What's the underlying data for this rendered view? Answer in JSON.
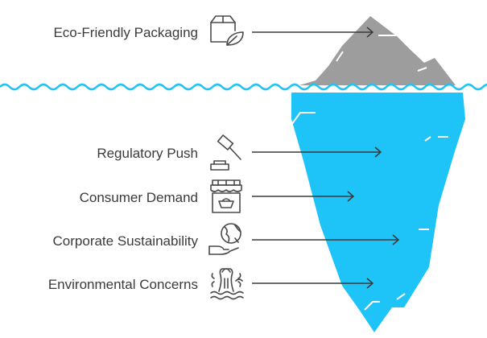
{
  "items": [
    {
      "label": "Eco-Friendly Packaging",
      "icon": "eco-package-icon",
      "zone": "above-water"
    },
    {
      "label": "Regulatory Push",
      "icon": "gavel-icon",
      "zone": "below-water"
    },
    {
      "label": "Consumer Demand",
      "icon": "storefront-basket-icon",
      "zone": "below-water"
    },
    {
      "label": "Corporate Sustainability",
      "icon": "globe-hand-icon",
      "zone": "below-water"
    },
    {
      "label": "Environmental Concerns",
      "icon": "nuclear-plant-icon",
      "zone": "below-water"
    }
  ],
  "colors": {
    "iceberg_tip": "#9d9d9d",
    "iceberg_body": "#1ec3f7",
    "water_line": "#1ec3f7",
    "text": "#3a3a3a",
    "icon_stroke": "#4a4a4a"
  }
}
